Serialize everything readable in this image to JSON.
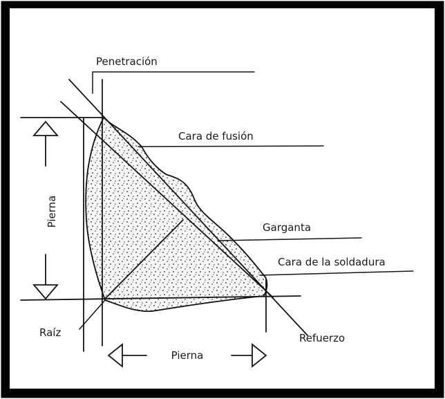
{
  "labels": {
    "penetracion": "Penetración",
    "cara_fusion": "Cara de fusión",
    "garganta": "Garganta",
    "cara_soldadura": "Cara de la soldadura",
    "pierna_vertical": "Pierna",
    "pierna_horizontal": "Pierna",
    "raiz": "Raíz",
    "refuerzo": "Refuerzo"
  },
  "colors": {
    "frame": "#000000",
    "ink": "#151515",
    "weld_fill": "#f4f4f4",
    "background": "#ffffff"
  }
}
